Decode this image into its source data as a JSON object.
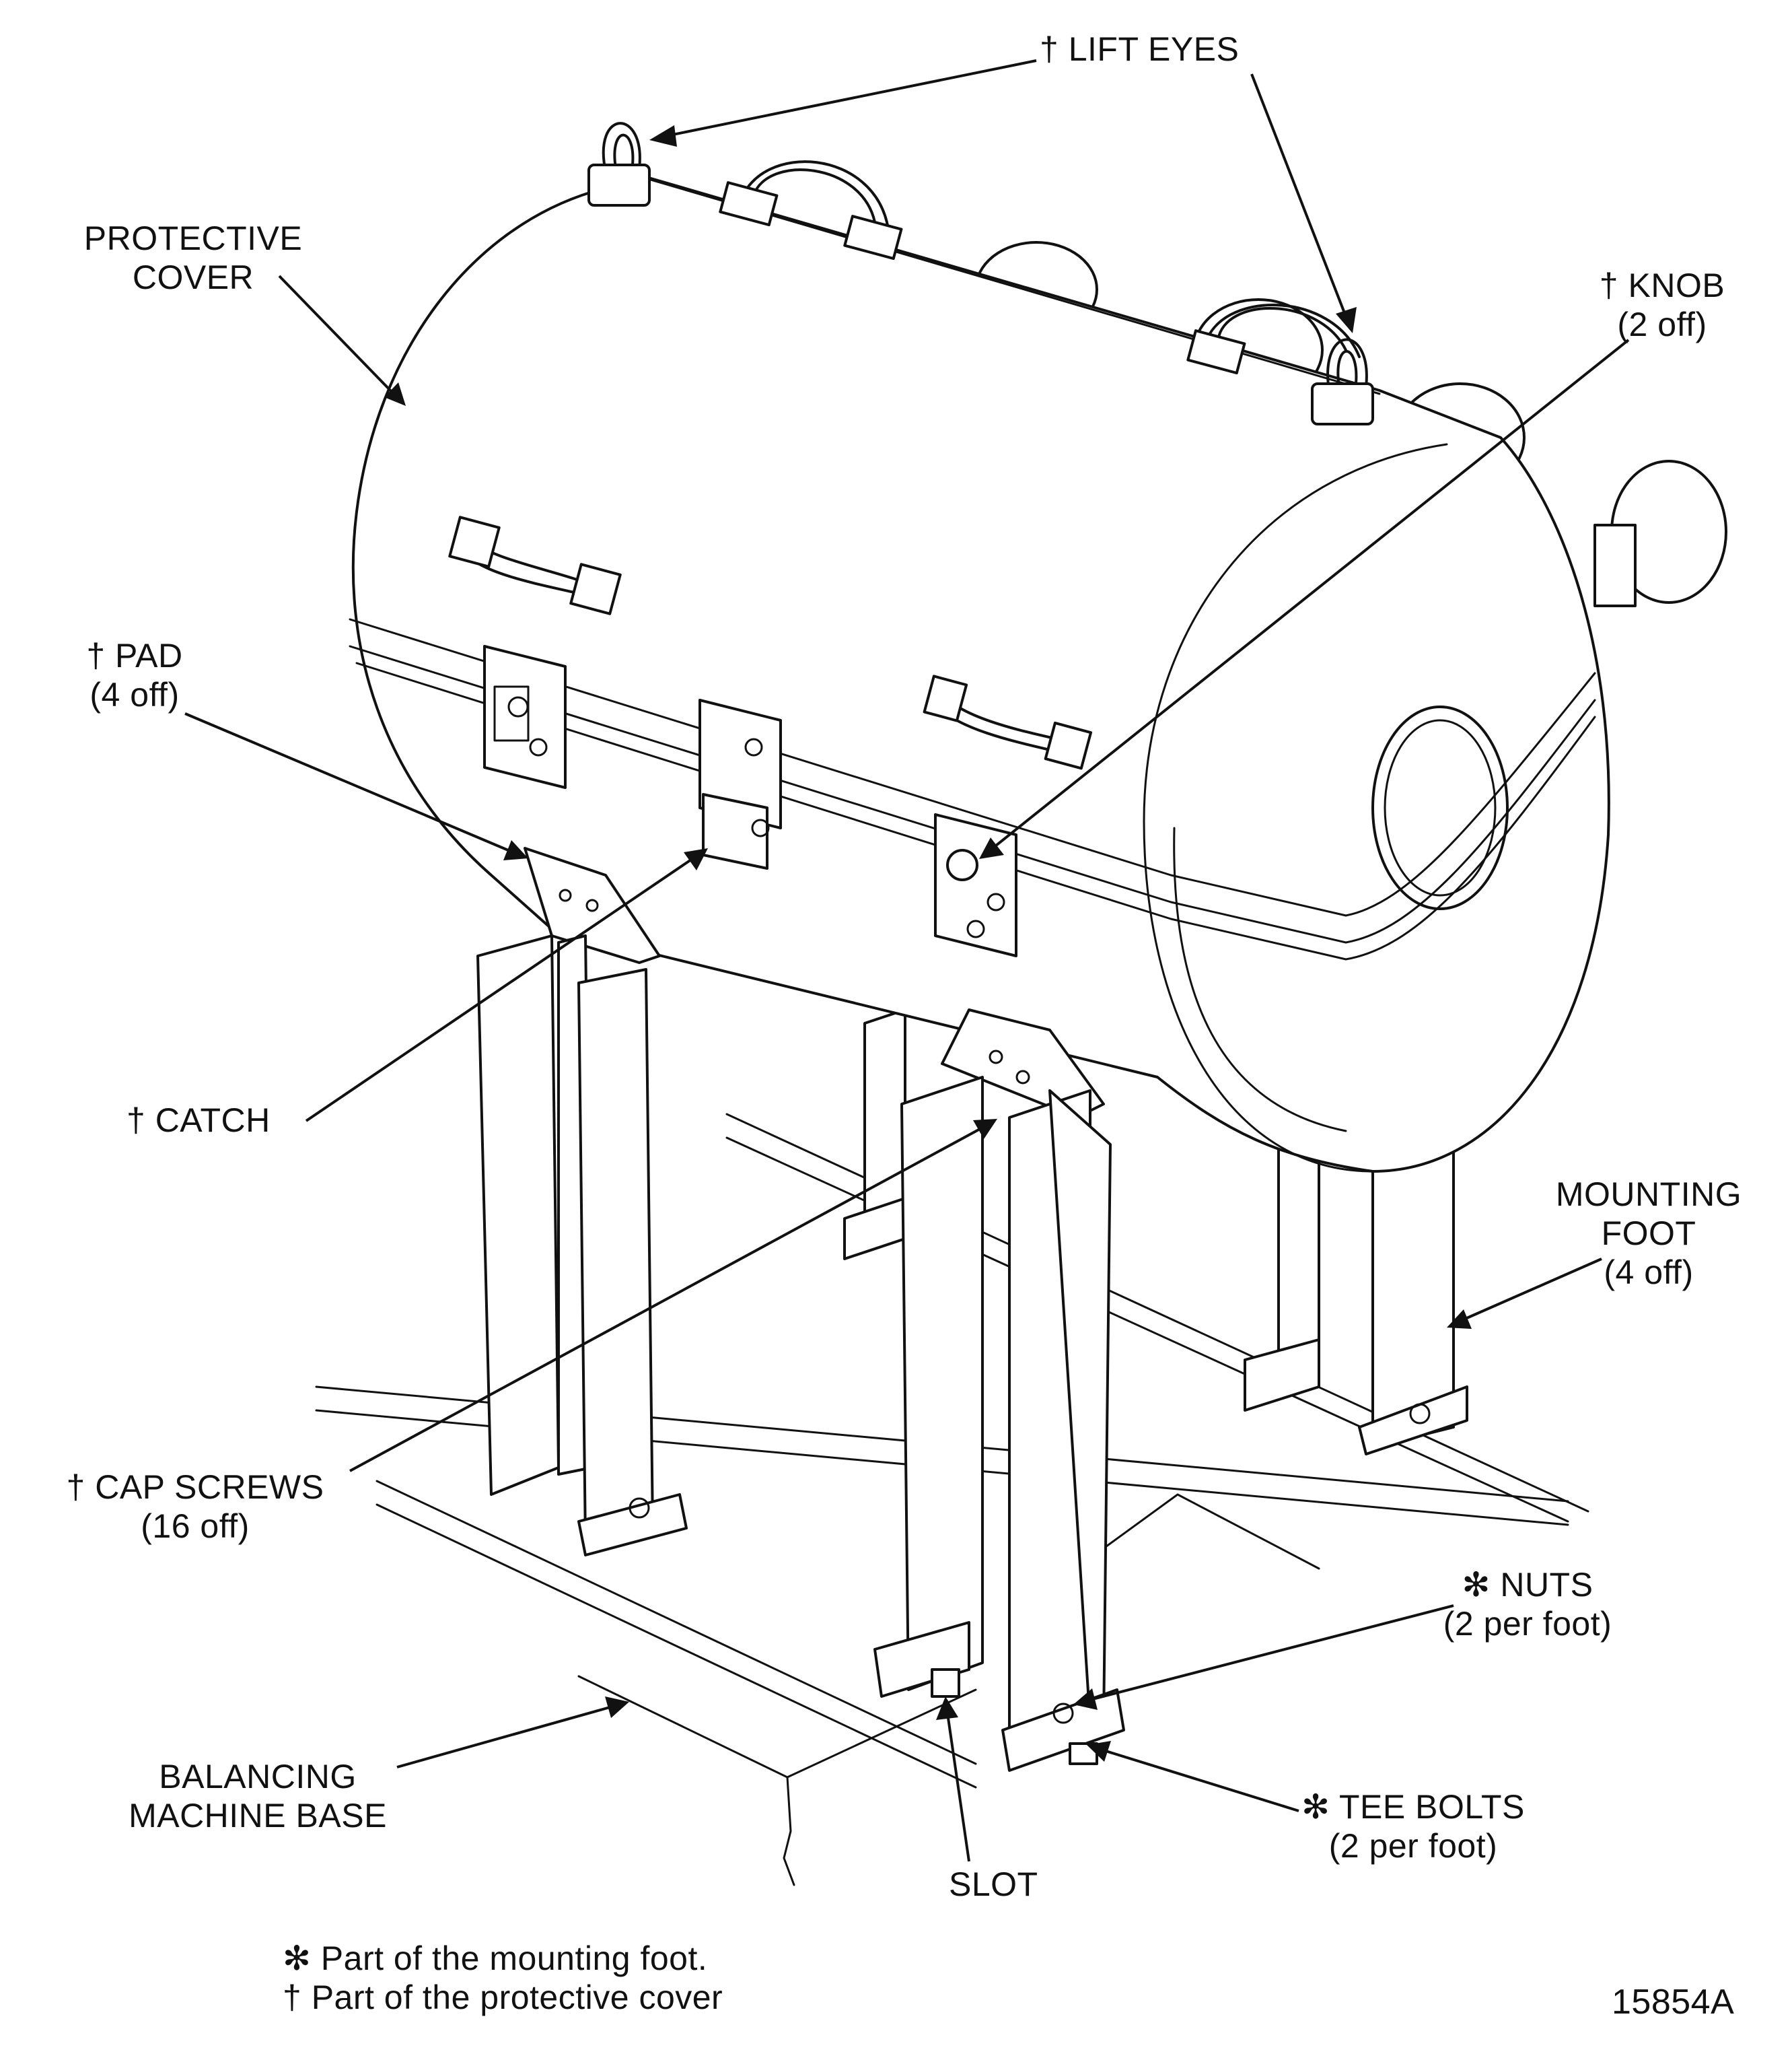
{
  "labels": {
    "lift_eyes": "† LIFT EYES",
    "protective_cover": [
      "PROTECTIVE",
      "COVER"
    ],
    "knob": [
      "† KNOB",
      "(2 off)"
    ],
    "pad": [
      "† PAD",
      "(4 off)"
    ],
    "catch": "† CATCH",
    "mounting_foot": [
      "MOUNTING",
      "FOOT",
      "(4 off)"
    ],
    "cap_screws": [
      "† CAP SCREWS",
      "(16 off)"
    ],
    "nuts": [
      "✻ NUTS",
      "(2 per foot)"
    ],
    "balancing_machine_base": [
      "BALANCING",
      "MACHINE BASE"
    ],
    "tee_bolts": [
      "✻ TEE BOLTS",
      "(2 per foot)"
    ],
    "slot": "SLOT"
  },
  "legend": {
    "foot_note": "✻ Part of the mounting foot.",
    "cover_note": "† Part of the protective cover"
  },
  "figure_number": "15854A"
}
